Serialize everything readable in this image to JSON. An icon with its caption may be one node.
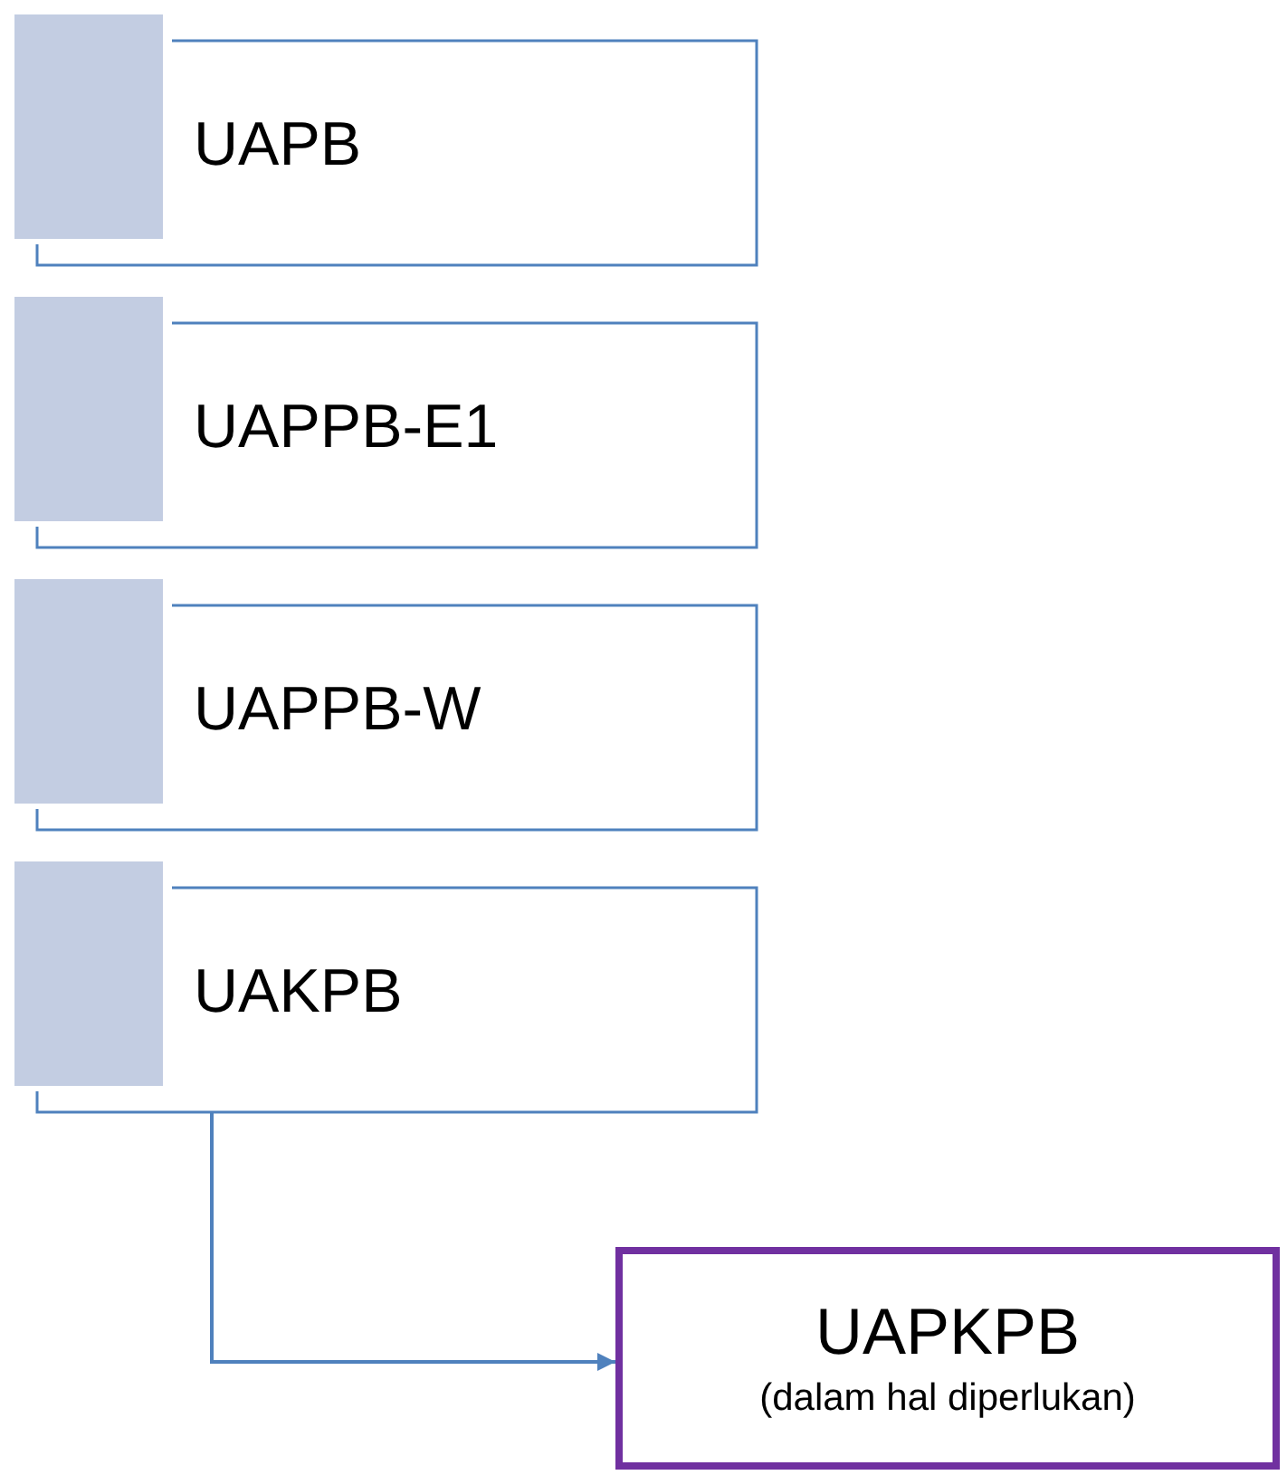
{
  "diagram": {
    "nodes": [
      {
        "text": [
          "UAPB"
        ]
      },
      {
        "text": [
          "UAPPB-E1"
        ]
      },
      {
        "text": [
          "UAPPB-W"
        ]
      },
      {
        "text": [
          "UAKPB"
        ]
      },
      {
        "text": [
          "UAPKPB",
          "(dalam hal diperlukan)"
        ]
      }
    ],
    "edges": [
      {
        "from": 3,
        "to": 4,
        "arrow": "to"
      }
    ]
  }
}
